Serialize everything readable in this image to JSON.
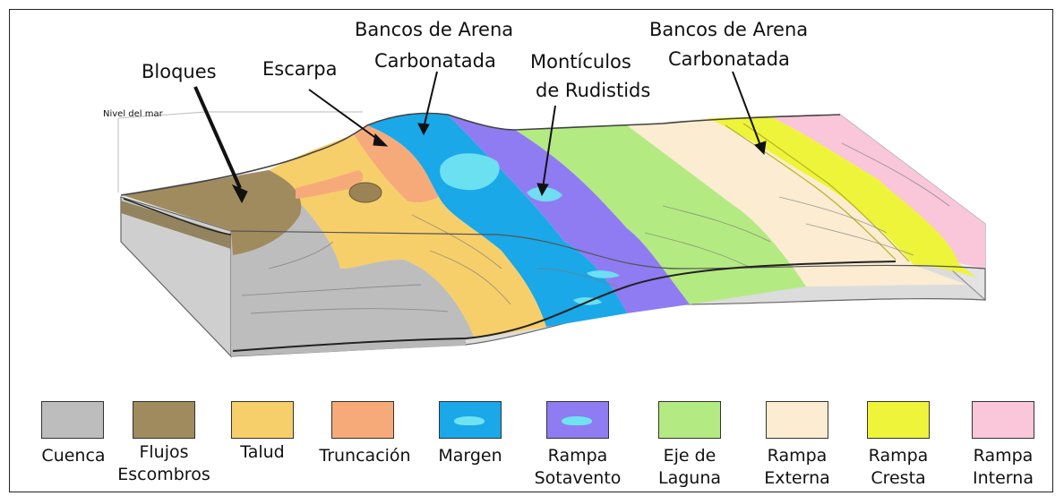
{
  "labels": {
    "sea_level": "Nivel del mar",
    "bloques": "Bloques",
    "escarpa": "Escarpa",
    "bancos1_line1": "Bancos de Arena",
    "bancos1_line2": "Carbonatada",
    "monticulos_line1": "Montículos",
    "monticulos_line2": "de Rudistids",
    "bancos2_line1": "Bancos de Arena",
    "bancos2_line2": "Carbonatada"
  },
  "legend": [
    {
      "line1": "Cuenca",
      "line2": "",
      "color": "#bdbdbd",
      "pattern": "none"
    },
    {
      "line1": "Flujos",
      "line2": "Escombros",
      "color": "#a08b5e",
      "pattern": "none"
    },
    {
      "line1": "Talud",
      "line2": "",
      "color": "#f7cf6a",
      "pattern": "none"
    },
    {
      "line1": "Truncación",
      "line2": "",
      "color": "#f6aa7a",
      "pattern": "none"
    },
    {
      "line1": "Margen",
      "line2": "",
      "color": "#1aa8e8",
      "pattern": "lens"
    },
    {
      "line1": "Rampa",
      "line2": "Sotavento",
      "color": "#8f7cf2",
      "pattern": "lens"
    },
    {
      "line1": "Eje de",
      "line2": "Laguna",
      "color": "#b4ea82",
      "pattern": "none"
    },
    {
      "line1": "Rampa",
      "line2": "Externa",
      "color": "#fbecd2",
      "pattern": "none"
    },
    {
      "line1": "Rampa",
      "line2": "Cresta",
      "color": "#eef43a",
      "pattern": "none"
    },
    {
      "line1": "Rampa",
      "line2": "Interna",
      "color": "#f9c6da",
      "pattern": "none"
    }
  ]
}
